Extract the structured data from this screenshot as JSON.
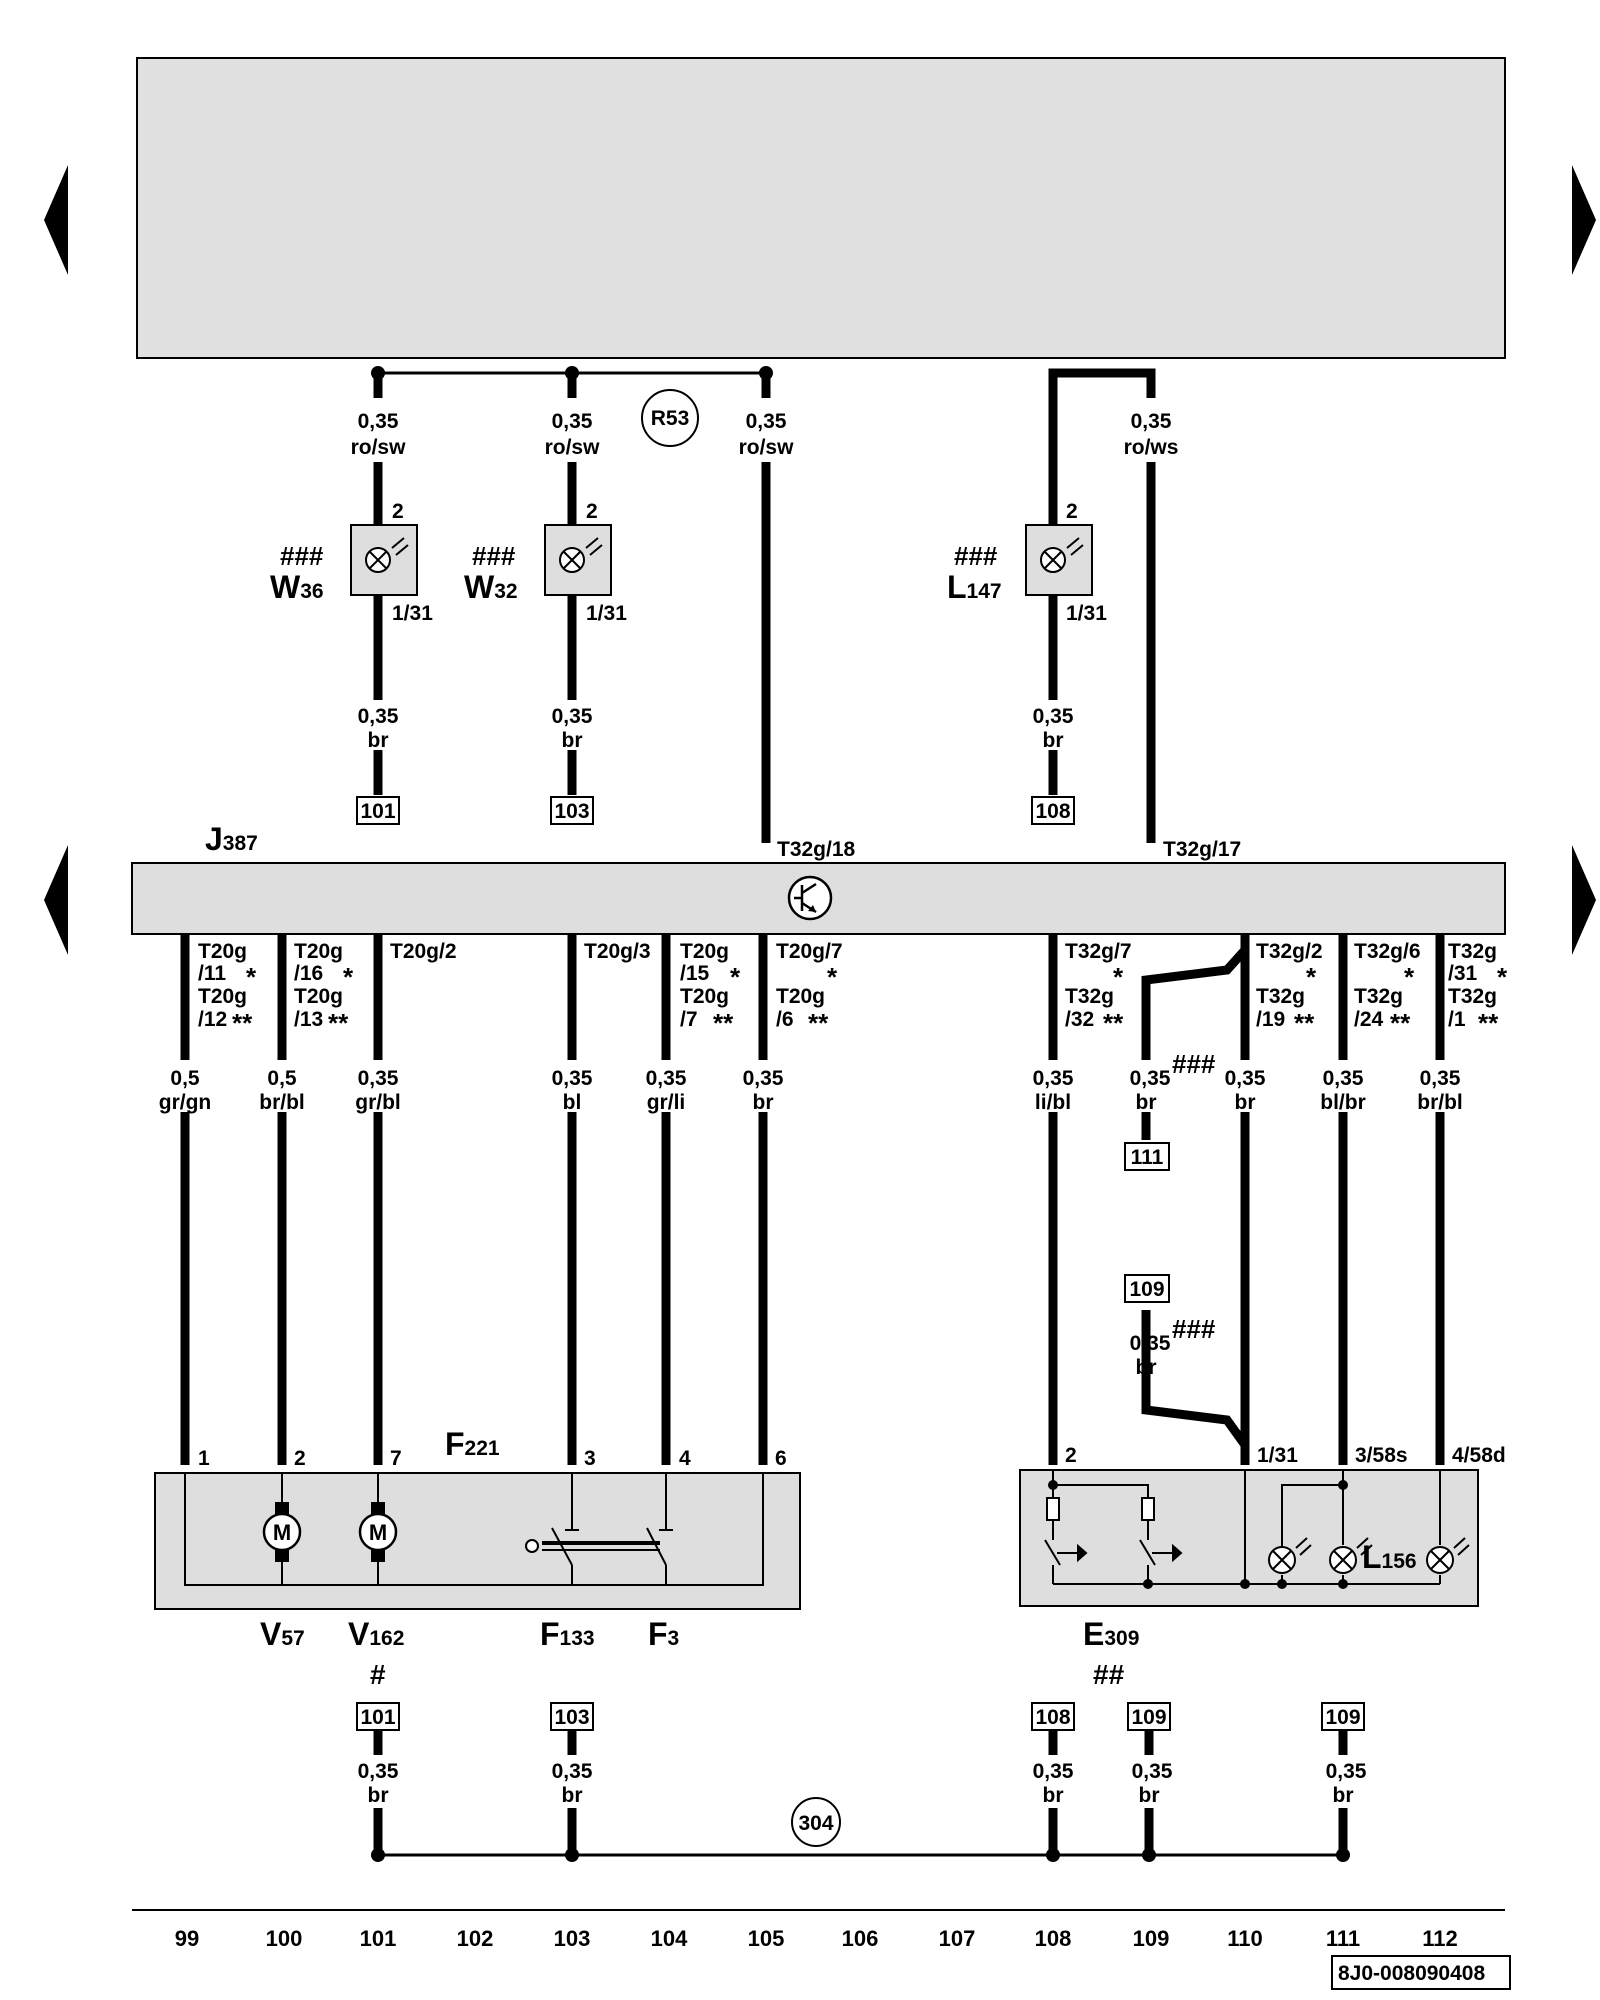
{
  "colors": {
    "ink": "#000000",
    "panel": "#e1e1e1",
    "component_fill": "#dedede"
  },
  "icons": [
    "arrow-left-icon",
    "arrow-right-icon",
    "lamp-icon",
    "motor-icon",
    "switch-icon",
    "transistor-icon",
    "resistor-icon"
  ],
  "navigation": {
    "arrows": [
      "left-top",
      "right-top",
      "left-middle",
      "right-middle"
    ]
  },
  "top_wires": {
    "w101": {
      "gauge": "0,35",
      "color": "ro/sw"
    },
    "w103": {
      "gauge": "0,35",
      "color": "ro/sw"
    },
    "w105": {
      "gauge": "0,35",
      "color": "ro/sw"
    },
    "w109": {
      "gauge": "0,35",
      "color": "ro/ws"
    },
    "junction": "R53"
  },
  "lamps": {
    "w36": {
      "mark": "###",
      "name_main": "W",
      "name_sub": "36",
      "pin_top": "2",
      "pin_bottom": "1/31",
      "gauge": "0,35",
      "color": "br",
      "ref": "101"
    },
    "w32": {
      "mark": "###",
      "name_main": "W",
      "name_sub": "32",
      "pin_top": "2",
      "pin_bottom": "1/31",
      "gauge": "0,35",
      "color": "br",
      "ref": "103"
    },
    "l147": {
      "mark": "###",
      "name_main": "L",
      "name_sub": "147",
      "pin_top": "2",
      "pin_bottom": "1/31",
      "gauge": "0,35",
      "color": "br",
      "ref": "108"
    }
  },
  "j387": {
    "name_main": "J",
    "name_sub": "387",
    "top_pin_105": "T32g/18",
    "top_pin_109": "T32g/17"
  },
  "lower_pins": {
    "c99": {
      "l1": "T20g",
      "l2": "/11",
      "l3": "T20g",
      "l4": "/12",
      "s1": "*",
      "s2": "**"
    },
    "c100": {
      "l1": "T20g",
      "l2": "/16",
      "l3": "T20g",
      "l4": "/13",
      "s1": "*",
      "s2": "**"
    },
    "c101": {
      "l1": "T20g/2"
    },
    "c103": {
      "l1": "T20g/3"
    },
    "c104": {
      "l1": "T20g",
      "l2": "/15",
      "l3": "T20g",
      "l4": "/7",
      "s1": "*",
      "s2": "**"
    },
    "c105": {
      "l1": "T20g/7",
      "l3": "T20g",
      "l4": "/6",
      "s1": "*",
      "s2": "**"
    },
    "c108": {
      "l1": "T32g/7",
      "l3": "T32g",
      "l4": "/32",
      "s1": "*",
      "s2": "**"
    },
    "c110": {
      "l1": "T32g/2",
      "l3": "T32g",
      "l4": "/19",
      "s1": "*",
      "s2": "**"
    },
    "c111": {
      "l1": "T32g/6",
      "l3": "T32g",
      "l4": "/24",
      "s1": "*",
      "s2": "**"
    },
    "c112": {
      "l1": "T32g",
      "l2": "/31",
      "l3": "T32g",
      "l4": "/1",
      "s1": "*",
      "s2": "**"
    }
  },
  "lower_wires": {
    "c99": {
      "gauge": "0,5",
      "color": "gr/gn"
    },
    "c100": {
      "gauge": "0,5",
      "color": "br/bl"
    },
    "c101": {
      "gauge": "0,35",
      "color": "gr/bl"
    },
    "c103": {
      "gauge": "0,35",
      "color": "bl"
    },
    "c104": {
      "gauge": "0,35",
      "color": "gr/li"
    },
    "c105": {
      "gauge": "0,35",
      "color": "br"
    },
    "c108": {
      "gauge": "0,35",
      "color": "li/bl"
    },
    "c109a": {
      "gauge": "0,35",
      "color": "br",
      "mark": "###",
      "ref": "111"
    },
    "c109b": {
      "gauge": "0,35",
      "color": "br",
      "mark": "###",
      "ref": "109"
    },
    "c110": {
      "gauge": "0,35",
      "color": "br"
    },
    "c111": {
      "gauge": "0,35",
      "color": "bl/br"
    },
    "c112": {
      "gauge": "0,35",
      "color": "br/bl"
    }
  },
  "f221": {
    "name_main": "F",
    "name_sub": "221",
    "pins": [
      "1",
      "2",
      "7",
      "3",
      "4",
      "6"
    ],
    "v57": {
      "main": "V",
      "sub": "57"
    },
    "v162": {
      "main": "V",
      "sub": "162",
      "mark": "#"
    },
    "f133": {
      "main": "F",
      "sub": "133"
    },
    "f3": {
      "main": "F",
      "sub": "3"
    },
    "motor_letter": "M"
  },
  "e309": {
    "name_main": "E",
    "name_sub": "309",
    "mark": "##",
    "pins": [
      "2",
      "1/31",
      "3/58s",
      "4/58d"
    ],
    "l156": {
      "main": "L",
      "sub": "156"
    }
  },
  "ground": {
    "g101": {
      "ref": "101",
      "gauge": "0,35",
      "color": "br"
    },
    "g103": {
      "ref": "103",
      "gauge": "0,35",
      "color": "br"
    },
    "g108": {
      "ref": "108",
      "gauge": "0,35",
      "color": "br"
    },
    "g109": {
      "ref": "109",
      "gauge": "0,35",
      "color": "br"
    },
    "g111": {
      "ref": "109",
      "gauge": "0,35",
      "color": "br"
    },
    "junction": "304"
  },
  "columns": [
    "99",
    "100",
    "101",
    "102",
    "103",
    "104",
    "105",
    "106",
    "107",
    "108",
    "109",
    "110",
    "111",
    "112"
  ],
  "doc_code": "8J0-008090408"
}
